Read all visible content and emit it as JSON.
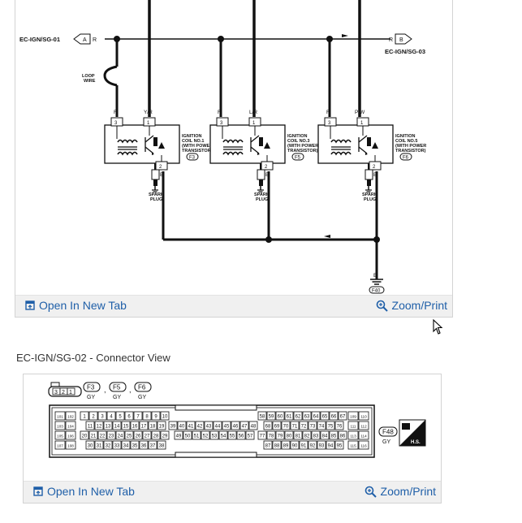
{
  "diagram1": {
    "connector_left": "EC-IGN/SG-01",
    "connector_right": "EC-IGN/SG-03",
    "arrow_left_letter": "A",
    "arrow_right_letter": "B",
    "loop_wire": [
      "LOOP",
      "WIRE"
    ],
    "wire_labels": {
      "r": "R",
      "b": "B",
      "yr": "Y/R",
      "lr": "L/R",
      "pw": "P/W"
    },
    "pins": {
      "p1": "1",
      "p2": "2",
      "p3": "3"
    },
    "coils": [
      {
        "lines": [
          "IGNITION",
          "COIL NO.1",
          "(WITH POWER",
          "TRANSISTOR)"
        ],
        "code": "F3"
      },
      {
        "lines": [
          "IGNITION",
          "COIL NO.3",
          "(WITH POWER",
          "TRANSISTOR)"
        ],
        "code": "F5"
      },
      {
        "lines": [
          "IGNITION",
          "COIL NO.5",
          "(WITH POWER",
          "TRANSISTOR)"
        ],
        "code": "F6"
      }
    ],
    "spark_plug": [
      "SPARK",
      "PLUG"
    ],
    "ground": "F40"
  },
  "diagram2": {
    "title": "EC-IGN/SG-02 - Connector View",
    "small_connector_pins": [
      "3",
      "2",
      "1"
    ],
    "coil_connectors": [
      "F3",
      "F5",
      "F6"
    ],
    "gy": "GY",
    "main_connector": "F48",
    "hs": "H.S.",
    "block_a": [
      [
        "101",
        "102"
      ],
      [
        "103",
        "104"
      ],
      [
        "105",
        "106"
      ],
      [
        "107",
        "108"
      ]
    ],
    "block_b": [
      [
        "1",
        "2",
        "3",
        "4",
        "5",
        "6",
        "7",
        "8",
        "9",
        "10"
      ],
      [
        "11",
        "12",
        "13",
        "14",
        "15",
        "16",
        "17",
        "18",
        "19"
      ],
      [
        "20",
        "21",
        "22",
        "23",
        "24",
        "25",
        "26",
        "27",
        "28",
        "29"
      ],
      [
        "30",
        "31",
        "32",
        "33",
        "34",
        "35",
        "36",
        "37",
        "38"
      ]
    ],
    "block_c": [
      [
        "39",
        "40",
        "41",
        "42",
        "43",
        "44",
        "45",
        "46",
        "47",
        "48"
      ],
      [
        "49",
        "50",
        "51",
        "52",
        "53",
        "54",
        "55",
        "56",
        "57"
      ]
    ],
    "block_d": [
      [
        "58",
        "59",
        "60",
        "61",
        "62",
        "63",
        "64",
        "65",
        "66",
        "67"
      ],
      [
        "68",
        "69",
        "70",
        "71",
        "72",
        "73",
        "74",
        "75",
        "76"
      ],
      [
        "77",
        "78",
        "79",
        "80",
        "81",
        "82",
        "83",
        "84",
        "85",
        "86"
      ],
      [
        "87",
        "88",
        "89",
        "90",
        "91",
        "92",
        "93",
        "94",
        "95"
      ]
    ],
    "block_e": [
      [
        "109",
        "110"
      ],
      [
        "111",
        "112"
      ],
      [
        "113",
        "114"
      ],
      [
        "115",
        "116"
      ]
    ]
  },
  "toolbar": {
    "open_label": "Open In New Tab",
    "zoom_label": "Zoom/Print"
  },
  "colors": {
    "link": "#1f5fa8",
    "toolbar_bg": "#f0f0f0",
    "wire": "#111111"
  }
}
